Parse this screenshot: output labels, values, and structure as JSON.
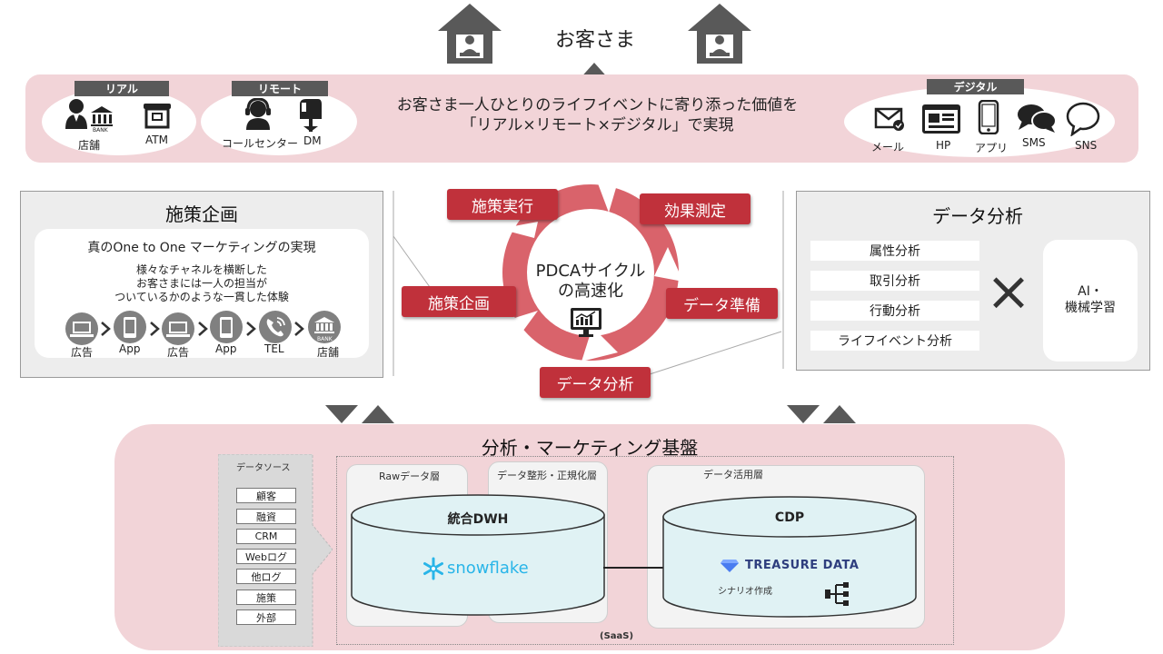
{
  "customer": {
    "title": "お客さま",
    "message_line1": "お客さま一人ひとりのライフイベントに寄り添った価値を",
    "message_line2": "「リアル×リモート×デジタル」で実現"
  },
  "channels": {
    "real": {
      "tag": "リアル",
      "items": [
        "店舗",
        "ATM"
      ],
      "bank_text": "BANK"
    },
    "remote": {
      "tag": "リモート",
      "items": [
        "コールセンター",
        "DM"
      ]
    },
    "digital": {
      "tag": "デジタル",
      "items": [
        "メール",
        "HP",
        "アプリ",
        "SMS",
        "SNS"
      ]
    }
  },
  "planning_panel": {
    "title": "施策企画",
    "subtitle": "真のOne to One マーケティングの実現",
    "desc_line1": "様々なチャネルを横断した",
    "desc_line2": "お客さまには一人の担当が",
    "desc_line3": "ついているかのような一貫した体験",
    "journey": [
      "広告",
      "App",
      "広告",
      "App",
      "TEL",
      "店舗"
    ],
    "bank_text": "BANK"
  },
  "pdca": {
    "center_line1": "PDCAサイクル",
    "center_line2": "の高速化",
    "steps": {
      "plan": "施策企画",
      "do": "施策実行",
      "check": "効果測定",
      "prep": "データ準備",
      "analyze": "データ分析"
    }
  },
  "analysis_panel": {
    "title": "データ分析",
    "items": [
      "属性分析",
      "取引分析",
      "行動分析",
      "ライフイベント分析"
    ],
    "operator": "×",
    "ai_line1": "AI・",
    "ai_line2": "機械学習"
  },
  "platform": {
    "title": "分析・マーケティング基盤",
    "data_source": {
      "title": "データソース",
      "items": [
        "顧客",
        "融資",
        "CRM",
        "Webログ",
        "他ログ",
        "施策",
        "外部"
      ]
    },
    "raw_layer": "Rawデータ層",
    "normalize_layer": "データ整形・正規化層",
    "usage_layer": "データ活用層",
    "dwh": {
      "title": "統合DWH",
      "product": "snowflake"
    },
    "cdp": {
      "title": "CDP",
      "product": "TREASURE DATA",
      "scenario": "シナリオ作成"
    },
    "saas": "(SaaS)"
  },
  "colors": {
    "accent_red": "#c0313b",
    "cycle_red": "#d9636b",
    "band_pink": "#f2d4d8",
    "panel_gray": "#ededed",
    "db_fill": "#e0f2f4",
    "snowflake": "#29b5e8",
    "treasure": "#2e3e7e"
  }
}
